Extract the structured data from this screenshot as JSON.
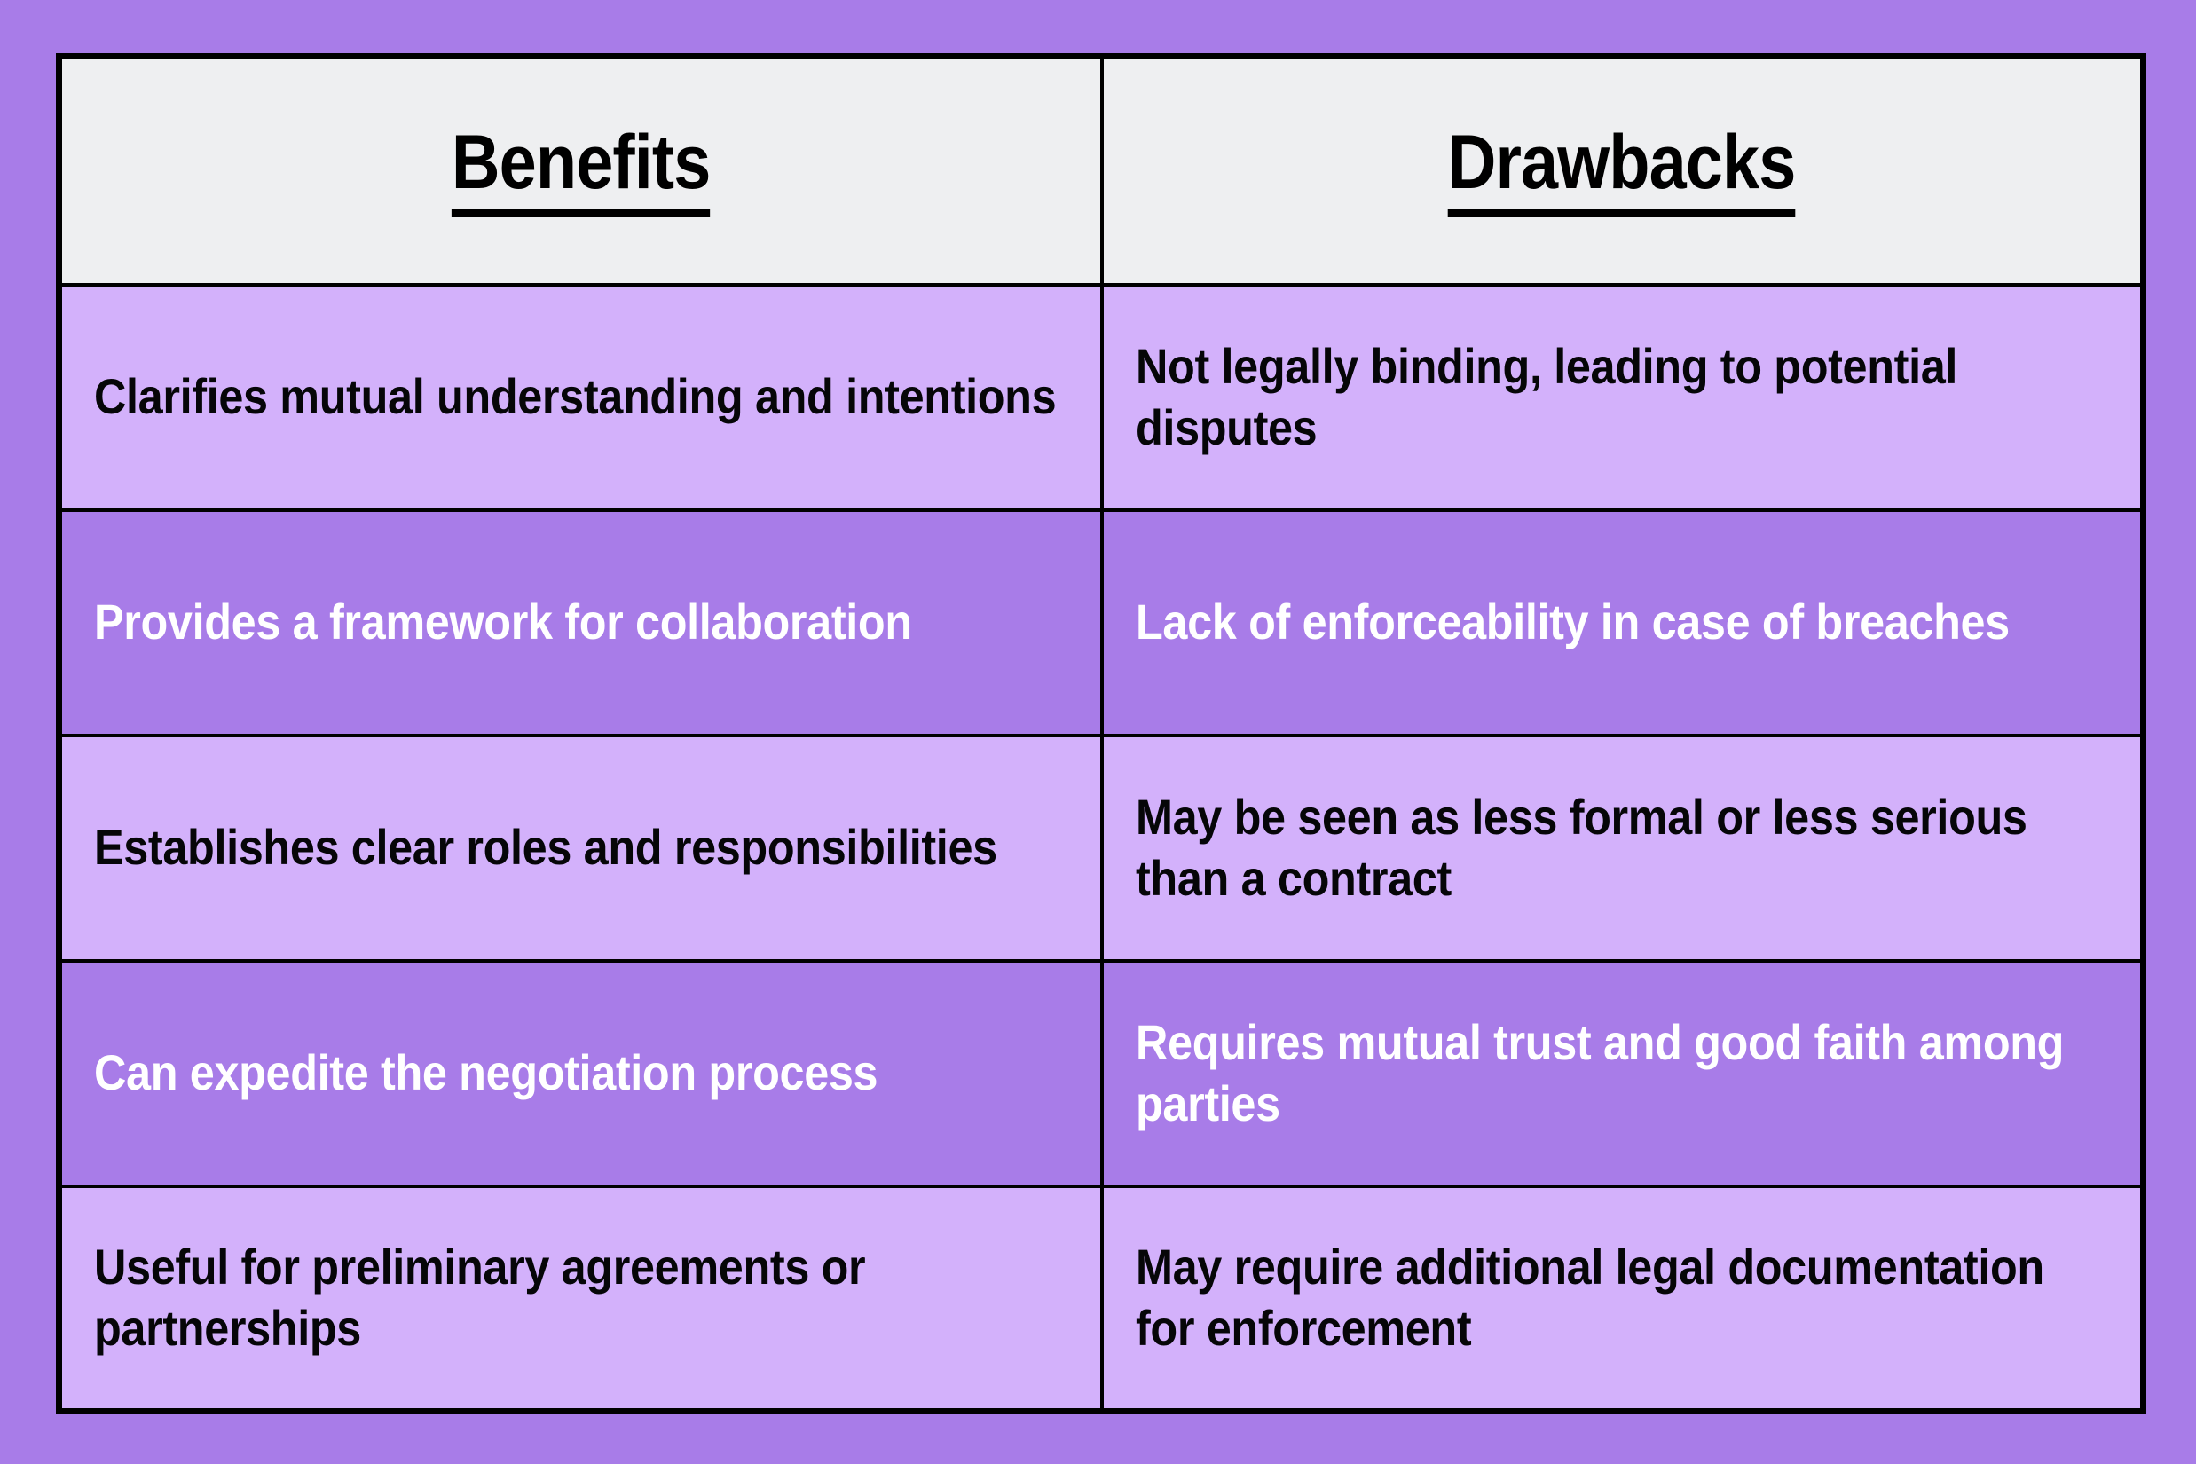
{
  "page": {
    "background_color": "#a87ce8",
    "border_color": "#000000"
  },
  "table": {
    "header_background": "#eeeff1",
    "row_light_background": "#d3b1fb",
    "row_dark_background": "#a87ce8",
    "row_light_text_color": "#060608",
    "row_dark_text_color": "#ffffff",
    "columns": [
      {
        "label": "Benefits"
      },
      {
        "label": "Drawbacks"
      }
    ],
    "rows": [
      {
        "style": "light",
        "benefit": "Clarifies mutual understanding and intentions",
        "drawback": "Not legally binding, leading to potential disputes"
      },
      {
        "style": "dark",
        "benefit": "Provides a framework for collaboration",
        "drawback": "Lack of enforceability in case of breaches"
      },
      {
        "style": "light",
        "benefit": "Establishes clear roles and responsibilities",
        "drawback": "May be seen as less formal or less serious than a contract"
      },
      {
        "style": "dark",
        "benefit": "Can expedite the negotiation process",
        "drawback": "Requires mutual trust and good faith among parties"
      },
      {
        "style": "light",
        "benefit": "Useful for preliminary agreements or partnerships",
        "drawback": "May require additional legal documentation for enforcement"
      }
    ]
  }
}
